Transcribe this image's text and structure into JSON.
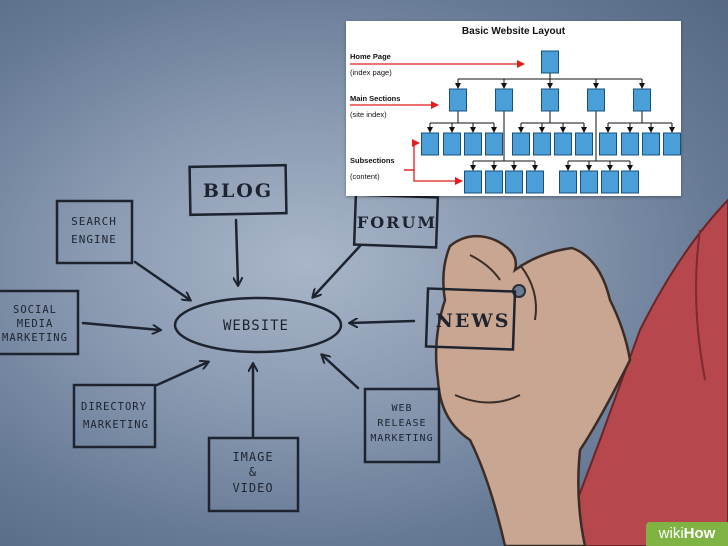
{
  "mindmap": {
    "center": "WEBSITE",
    "blog": "BLOG",
    "forum": "FORUM",
    "news": "NEWS",
    "search_engine": [
      "SEARCH",
      "ENGINE"
    ],
    "social_media_marketing": [
      "SOCIAL",
      "MEDIA",
      "MARKETING"
    ],
    "directory_marketing": [
      "DIRECTORY",
      "MARKETING"
    ],
    "image_video": [
      "IMAGE",
      "&",
      "VIDEO"
    ],
    "web_release_marketing": [
      "WEB",
      "RELEASE",
      "MARKETING"
    ]
  },
  "sitemap": {
    "title": "Basic Website Layout",
    "home_page": "Home Page",
    "home_page_sub": "(index page)",
    "main_sections": "Main Sections",
    "main_sections_sub": "(site index)",
    "subsections": "Subsections",
    "subsections_sub": "(content)",
    "box_color": "#4a9fd8",
    "arrow_color": "#e01e1e"
  },
  "watermark": {
    "wiki": "wiki",
    "how": "How",
    "color": "#7fb344"
  }
}
